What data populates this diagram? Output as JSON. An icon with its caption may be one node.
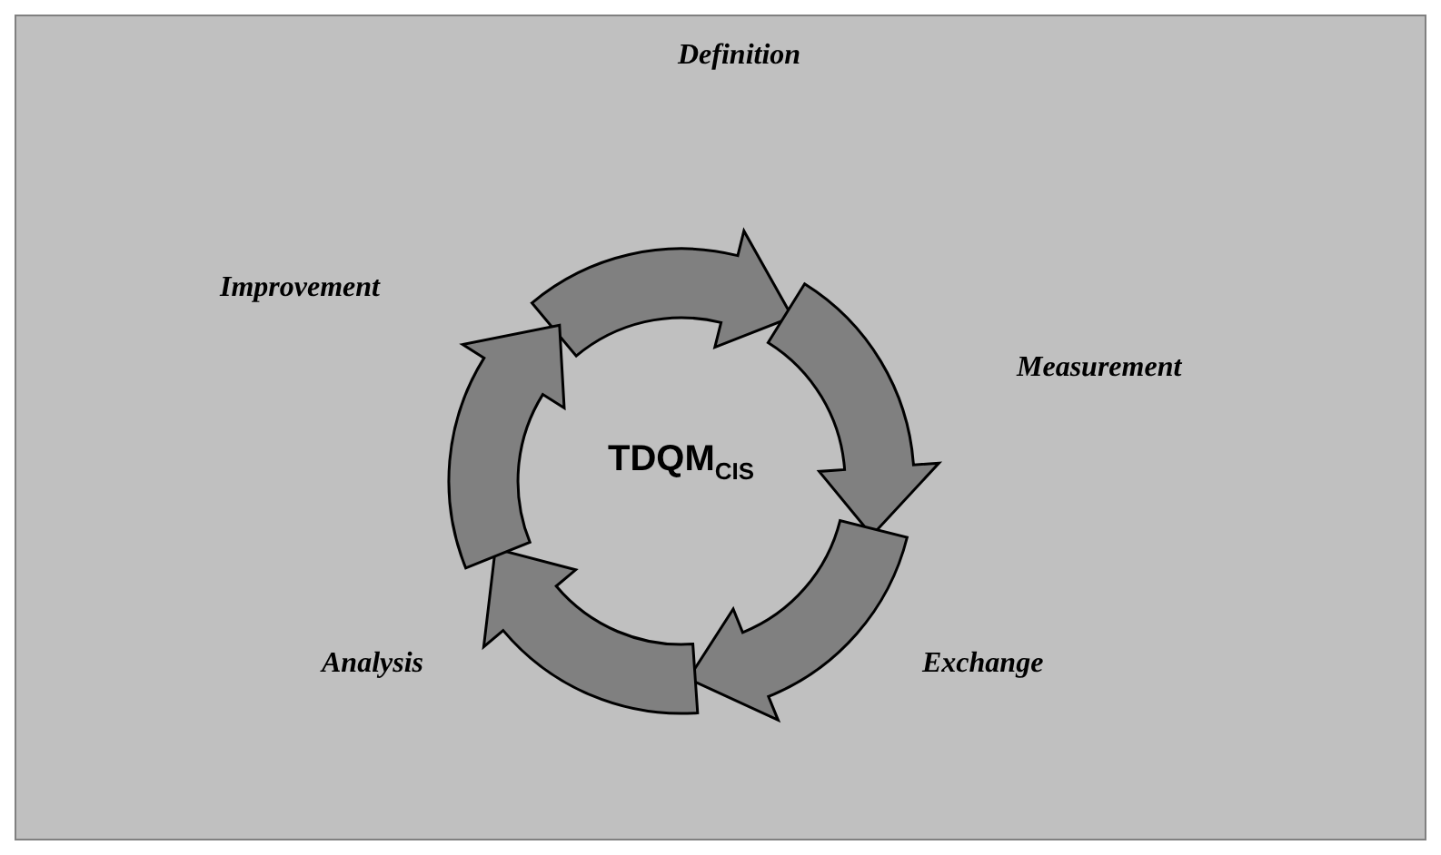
{
  "diagram": {
    "nodes": [
      {
        "text": [
          "TDQM$_{CIS}$"
        ]
      }
    ],
    "labels": [
      "Definition",
      "Improvement",
      "Measurement",
      "Analysis",
      "Exchange"
    ]
  }
}
